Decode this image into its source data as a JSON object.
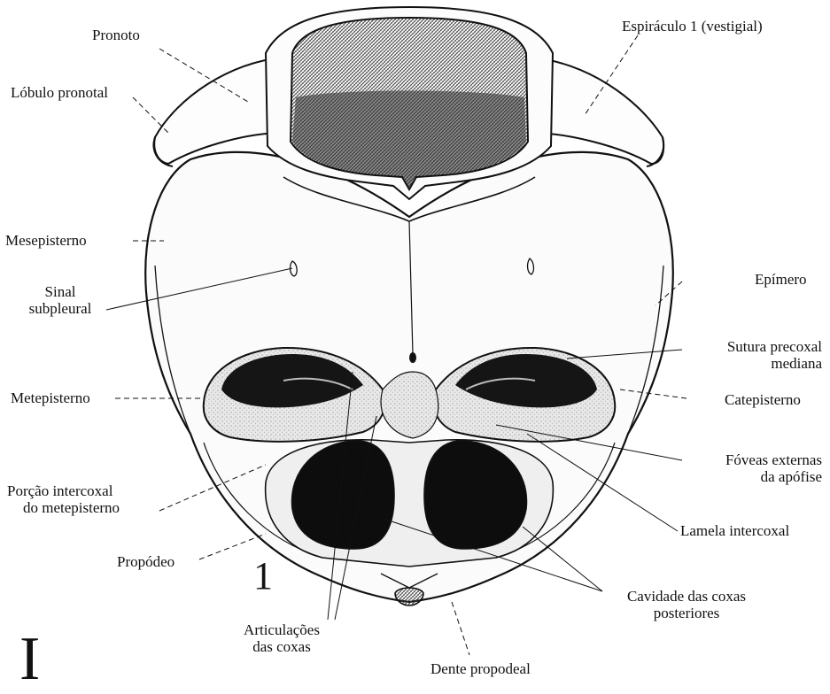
{
  "labels": {
    "pronoto": "Pronoto",
    "espiraculo": "Espiráculo 1 (vestigial)",
    "lobulo_pronotal": "Lóbulo pronotal",
    "mesepisterno": "Mesepisterno",
    "sinal_1": "Sinal",
    "sinal_2": "subpleural",
    "epimero": "Epímero",
    "sutura_1": "Sutura precoxal",
    "sutura_2": "mediana",
    "metepisterno": "Metepisterno",
    "catepisterno": "Catepisterno",
    "foveas_1": "Fóveas externas",
    "foveas_2": "da apófise",
    "porcao_1": "Porção intercoxal",
    "porcao_2": "do metepisterno",
    "lamela": "Lamela intercoxal",
    "propodeo": "Propódeo",
    "cavidade_1": "Cavidade das coxas",
    "cavidade_2": "posteriores",
    "articulacoes_1": "Articulações",
    "articulacoes_2": "das coxas",
    "dente": "Dente propodeal"
  },
  "figure_number": "1",
  "plate_number": "I"
}
